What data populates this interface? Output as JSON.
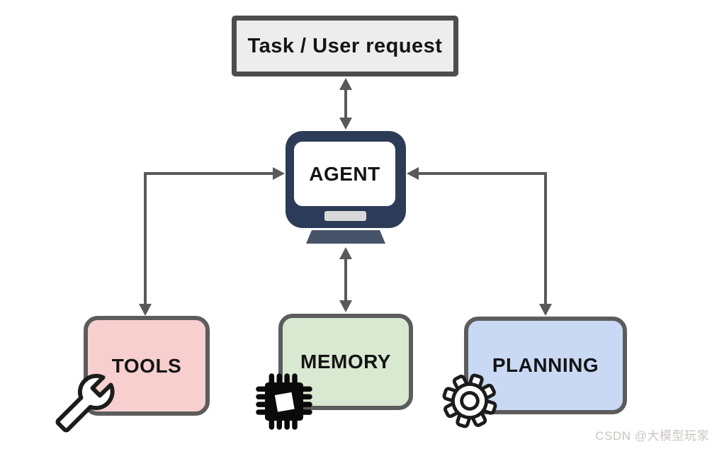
{
  "diagram": {
    "task_box": {
      "label": "Task / User request",
      "bg": "#ededed",
      "border": "#4d4d4d"
    },
    "agent": {
      "label": "AGENT",
      "monitor_color": "#2c3c58",
      "screen_color": "#ffffff"
    },
    "nodes": [
      {
        "id": "tools",
        "label": "TOOLS",
        "bg": "#f6cfce",
        "icon": "wrench-icon"
      },
      {
        "id": "memory",
        "label": "MEMORY",
        "bg": "#d9e9d1",
        "icon": "chip-icon"
      },
      {
        "id": "planning",
        "label": "PLANNING",
        "bg": "#c9d9f4",
        "icon": "gear-icon"
      }
    ],
    "connections": [
      {
        "from": "task-user-request-box",
        "to": "agent",
        "style": "double-arrow-vertical"
      },
      {
        "from": "agent",
        "to": "tools",
        "style": "elbow-double-arrow"
      },
      {
        "from": "agent",
        "to": "memory",
        "style": "double-arrow-vertical"
      },
      {
        "from": "agent",
        "to": "planning",
        "style": "elbow-double-arrow"
      }
    ],
    "arrow_color": "#595959",
    "node_border_color": "#5c5c5c"
  },
  "watermark": {
    "text": "CSDN @大模型玩家",
    "color": "#c9c5c1"
  }
}
